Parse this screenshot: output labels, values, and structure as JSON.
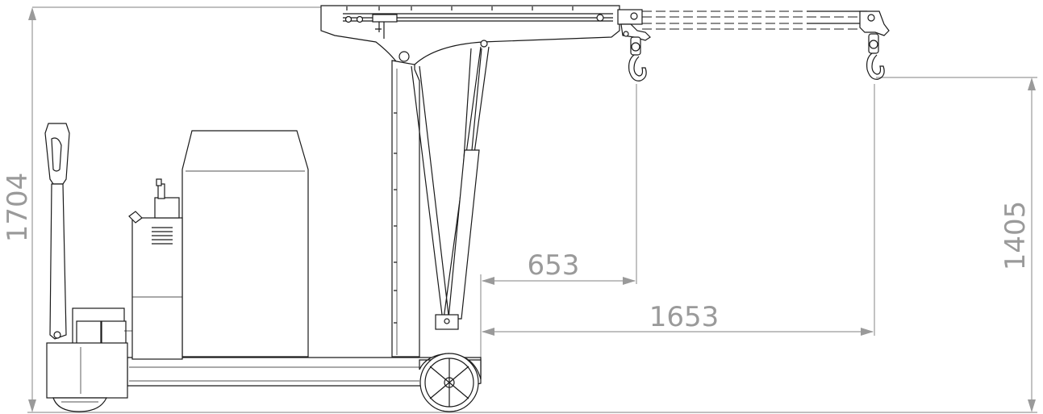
{
  "dimensions": {
    "overall_height": "1704",
    "hook_height": "1405",
    "reach_min": "653",
    "reach_max": "1653"
  },
  "colors": {
    "outline": "#1a1a1a",
    "dimension": "#9a9a9a",
    "background": "#ffffff"
  }
}
